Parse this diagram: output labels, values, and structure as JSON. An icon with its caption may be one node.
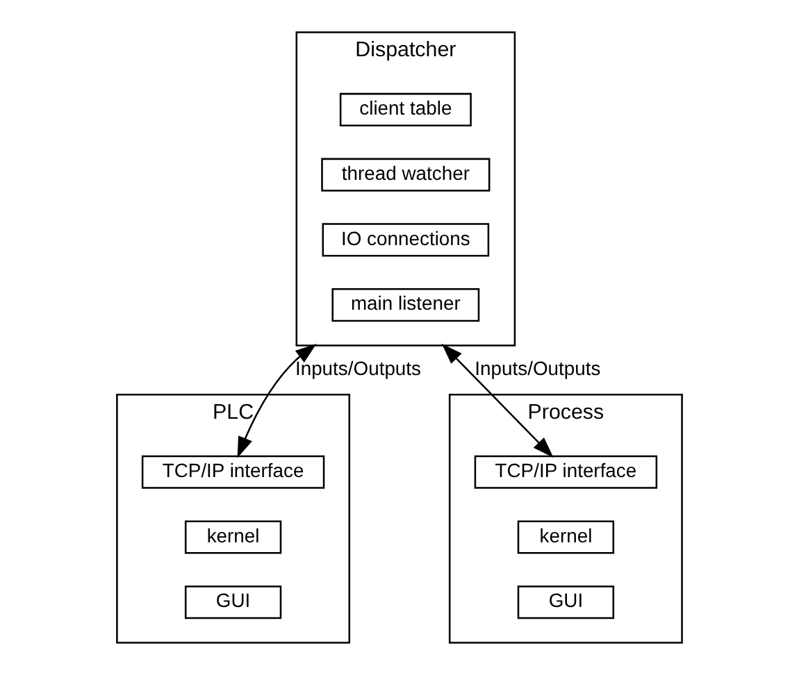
{
  "diagram": {
    "nodes": [
      {
        "text": [
          "Dispatcher"
        ]
      },
      {
        "text": [
          "client table"
        ],
        "in": 0
      },
      {
        "text": [
          "thread watcher"
        ],
        "in": 0
      },
      {
        "text": [
          "IO connections"
        ],
        "in": 0
      },
      {
        "text": [
          "main listener"
        ],
        "in": 0
      },
      {
        "text": [
          "PLC"
        ]
      },
      {
        "text": [
          "TCP/IP interface"
        ],
        "in": 5
      },
      {
        "text": [
          "kernel"
        ],
        "in": 5
      },
      {
        "text": [
          "GUI"
        ],
        "in": 5
      },
      {
        "text": [
          "Process"
        ]
      },
      {
        "text": [
          "TCP/IP interface"
        ],
        "in": 9
      },
      {
        "text": [
          "kernel"
        ],
        "in": 9
      },
      {
        "text": [
          "GUI"
        ],
        "in": 9
      }
    ],
    "edges": [
      {
        "from": 6,
        "to": 0,
        "arrow": "both",
        "label": "Inputs/Outputs"
      },
      {
        "from": 10,
        "to": 0,
        "arrow": "both",
        "label": "Inputs/Outputs"
      }
    ]
  }
}
